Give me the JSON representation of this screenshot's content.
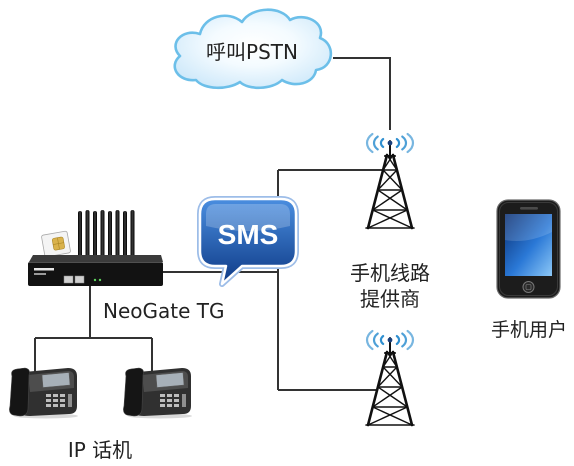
{
  "diagram": {
    "pstn_cloud": {
      "label": "呼叫PSTN"
    },
    "sms_bubble": {
      "label": "SMS"
    },
    "gateway": {
      "label": "NeoGate TG"
    },
    "carrier": {
      "label_line1": "手机线路",
      "label_line2": "提供商"
    },
    "ip_phones": {
      "label": "IP 话机"
    },
    "mobile_user": {
      "label": "手机用户"
    }
  },
  "icons": {
    "pstn": "cloud-icon",
    "carrier": "cell-tower-icon",
    "signal": "signal-waves-icon",
    "message": "speech-bubble-icon",
    "gateway": "gsm-gateway-icon",
    "sim": "sim-card-icon",
    "ip_phone": "desk-phone-icon",
    "mobile": "smartphone-icon"
  },
  "colors": {
    "cloud_stroke": "#6cbfe9",
    "cloud_fill": "#cfe9fa",
    "sms_top": "#4a8ee0",
    "sms_bottom": "#0e3a86",
    "signal": "#2f8fd0",
    "line": "#333333"
  }
}
